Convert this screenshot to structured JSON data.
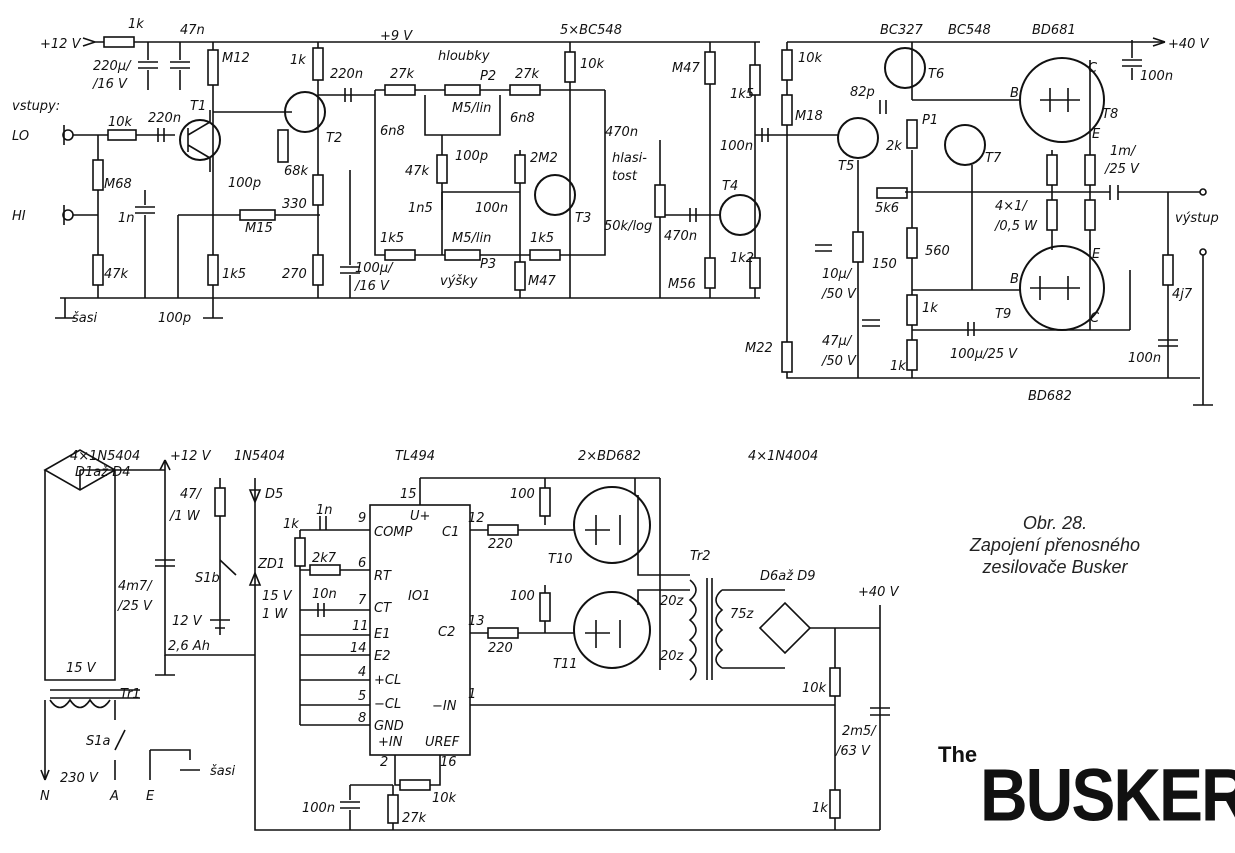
{
  "figure": {
    "caption_number": "Obr. 28.",
    "caption_line1": "Zapojení přenosného",
    "caption_line2": "zesilovače Busker",
    "logo_the": "The",
    "logo_name": "BUSKER"
  },
  "preamp": {
    "supply_12v": "+12 V",
    "supply_9v": "+9 V",
    "inputs": "vstupy:",
    "in_lo": "LO",
    "in_hi": "HI",
    "ground": "šasi",
    "chips": "5×BC548",
    "bass": "hloubky",
    "treble": "výšky",
    "volume_1": "hlasi-",
    "volume_2": "tost",
    "parts": {
      "r1k": "1k",
      "c47n": "47n",
      "c220u_1": "220µ/",
      "c220u_2": "/16 V",
      "r10k": "10k",
      "c220n_a": "220n",
      "t1": "T1",
      "rM12": "M12",
      "rM68": "M68",
      "c1n": "1n",
      "rM15": "M15",
      "r47k": "47k",
      "c100p_a": "100p",
      "r1k5_a": "1k5",
      "c100p_b": "100p",
      "r1k_b": "1k",
      "t2": "T2",
      "r68k": "68k",
      "r330": "330",
      "r270": "270",
      "c100u_1": "100µ/",
      "c100u_2": "/16 V",
      "c220n_b": "220n",
      "r27k_a": "27k",
      "r27k_b": "27k",
      "p2": "P2",
      "p2v": "M5/lin",
      "c6n8_a": "6n8",
      "c6n8_b": "6n8",
      "r47k_b": "47k",
      "c100p_c": "100p",
      "r2M2": "2M2",
      "t3": "T3",
      "c100n_a": "100n",
      "c1n5": "1n5",
      "r1k5_b": "1k5",
      "r1k5_c": "1k5",
      "p3v": "M5/lin",
      "p3": "P3",
      "rM47_a": "M47",
      "r10k_b": "10k",
      "c470n_a": "470n",
      "pot_vol": "50k/log",
      "c470n_b": "470n",
      "rM47_b": "M47",
      "r1k5_d": "1k5",
      "c100n_b": "100n",
      "t4": "T4",
      "r1k2": "1k2",
      "rM56": "M56"
    }
  },
  "poweramp": {
    "supply_40v": "+40 V",
    "output": "výstup",
    "parts": {
      "t6_type": "BC327",
      "t7_type": "BC548",
      "t8_type": "BD681",
      "t9_type": "BD682",
      "r10k": "10k",
      "c82p": "82p",
      "t6": "T6",
      "rM18": "M18",
      "p1": "P1",
      "p1v": "2k",
      "t5": "T5",
      "t7": "T7",
      "r5k6": "5k6",
      "rM22": "M22",
      "c10u_1": "10µ/",
      "c10u_2": "/50 V",
      "r150": "150",
      "c47u_1": "47µ/",
      "c47u_2": "/50 V",
      "r560": "560",
      "r1k_a": "1k",
      "r1k_b": "1k",
      "c100u_1": "100µ/25 V",
      "t8": "T8",
      "t9": "T9",
      "b": "B",
      "c": "C",
      "e": "E",
      "c100n": "100n",
      "c1m_1": "1m/",
      "c1m_2": "/25 V",
      "rpow_1": "4×1/",
      "rpow_2": "/0,5 W",
      "r4j7": "4j7",
      "c100n_b": "100n"
    }
  },
  "psu": {
    "bridge_1": "4×1N5404",
    "bridge_2": "D1až D4",
    "plus12": "+12 V",
    "d5_type": "1N5404",
    "d5": "D5",
    "r47_1": "47/",
    "r47_2": "/1 W",
    "s1b": "S1b",
    "zd1": "ZD1",
    "zd1_v": "15 V",
    "zd1_w": "1 W",
    "batt_v": "12 V",
    "batt_ah": "2,6 Ah",
    "c4m7_1": "4m7/",
    "c4m7_2": "/25 V",
    "tr1_v": "15 V",
    "tr1": "Tr1",
    "s1a": "S1a",
    "mains": "230 V",
    "n": "N",
    "a": "A",
    "e": "E",
    "ground": "šasi"
  },
  "converter": {
    "ic_type": "TL494",
    "ic": "IO1",
    "pins": [
      "15",
      "U+",
      "9",
      "COMP",
      "C1",
      "12",
      "6",
      "RT",
      "7",
      "CT",
      "11",
      "E1",
      "14",
      "E2",
      "4",
      "+CL",
      "5",
      "−CL",
      "8",
      "GND",
      "C2",
      "13",
      "−IN",
      "1",
      "+IN",
      "UREF",
      "2",
      "16"
    ],
    "transistors": "2×BD682",
    "t10": "T10",
    "t11": "T11",
    "r100_a": "100",
    "r100_b": "100",
    "r220_a": "220",
    "r220_b": "220",
    "r1k": "1k",
    "c1n": "1n",
    "r2k7": "2k7",
    "c10n": "10n",
    "c100n": "100n",
    "r27k": "27k",
    "r10k": "10k",
    "tr2": "Tr2",
    "w20z_a": "20z",
    "w20z_b": "20z",
    "w75z": "75z",
    "diodes_1": "4×1N4004",
    "diodes_2": "D6až D9",
    "plus40": "+40 V",
    "r10k_b": "10k",
    "r1k_b": "1k",
    "c2m5_1": "2m5/",
    "c2m5_2": "/63 V"
  }
}
